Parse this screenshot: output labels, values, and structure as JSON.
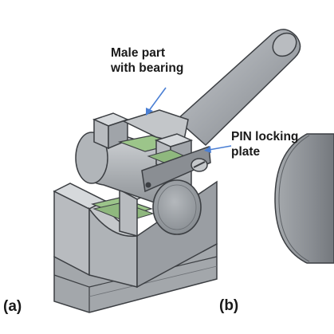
{
  "labels": {
    "male_part_line1": "Male part",
    "male_part_line2": "with bearing",
    "pin_line1": "PIN locking",
    "pin_line2": "plate",
    "panel_a": "(a)",
    "panel_b": "(b)"
  },
  "colors": {
    "arrow": "#4a7fd4",
    "bearing": "#9cc58a",
    "metal_light": "#d2d5d8",
    "metal_mid": "#a9adb1",
    "metal_dark": "#7d8186",
    "edge": "#3c3f43"
  }
}
